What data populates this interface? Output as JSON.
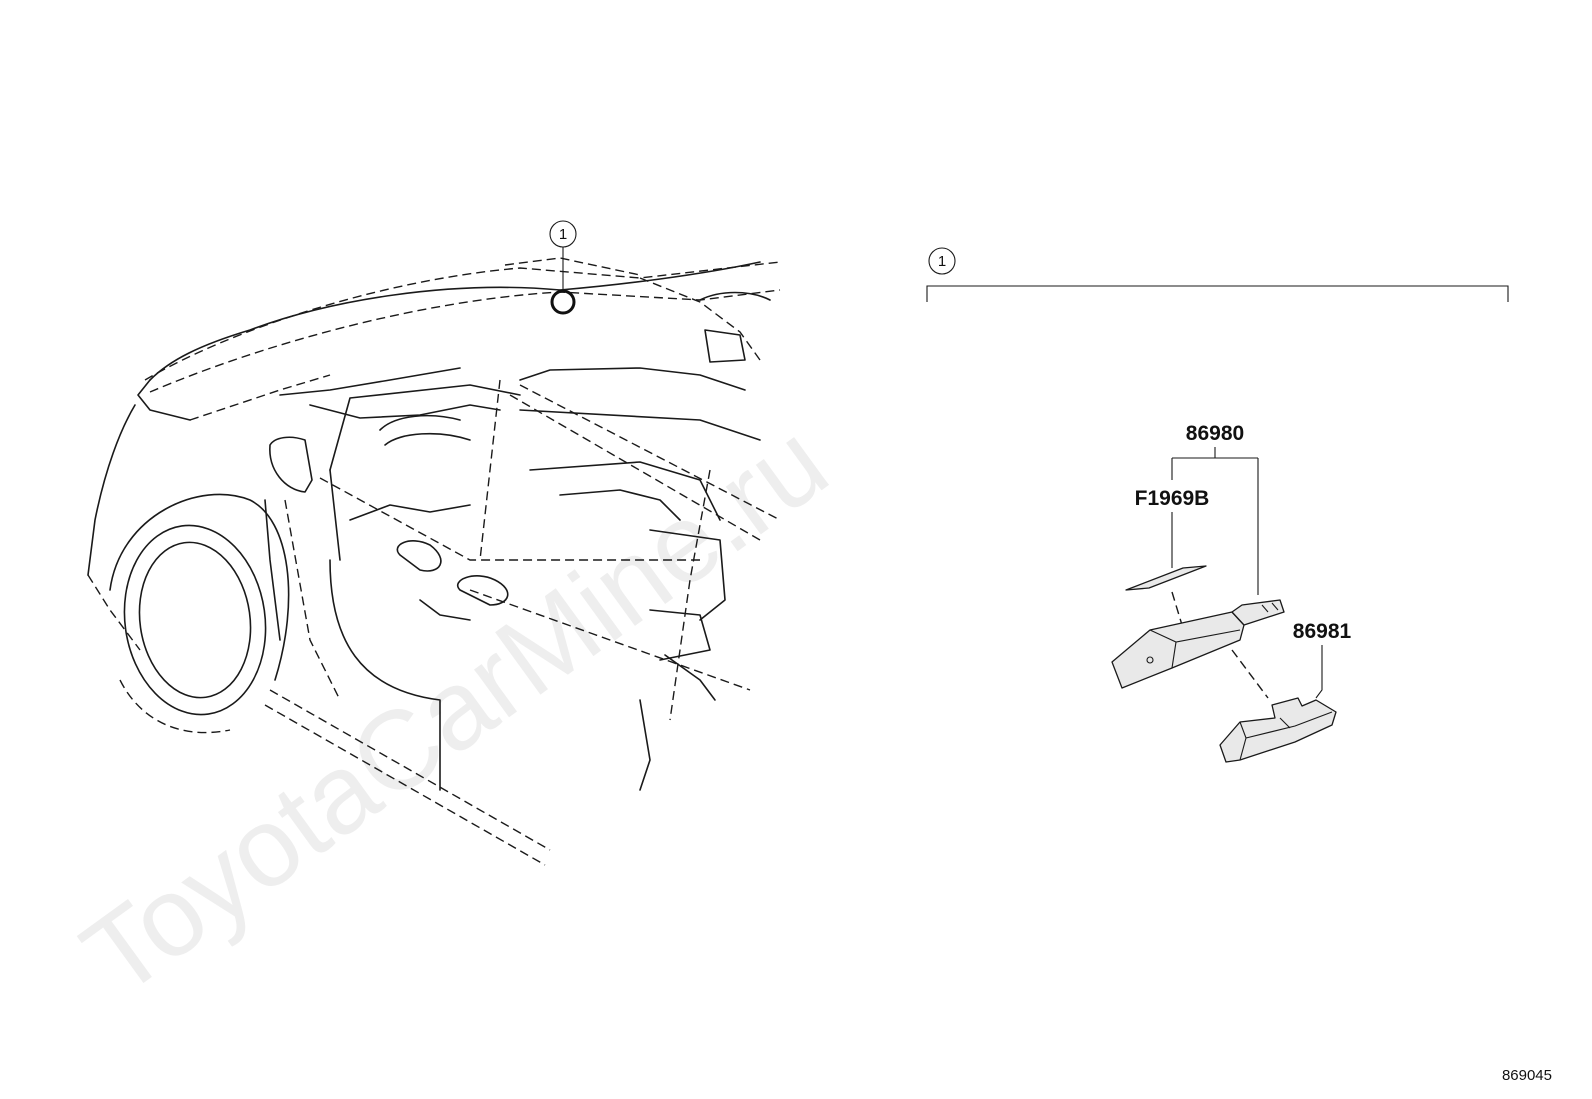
{
  "watermark": "ToyotaCarMine.ru",
  "callouts": {
    "location_marker": "1",
    "group_marker": "1"
  },
  "parts": [
    {
      "number": "86980"
    },
    {
      "number": "F1969B"
    },
    {
      "number": "86981"
    }
  ],
  "illustration_ref": "869045"
}
